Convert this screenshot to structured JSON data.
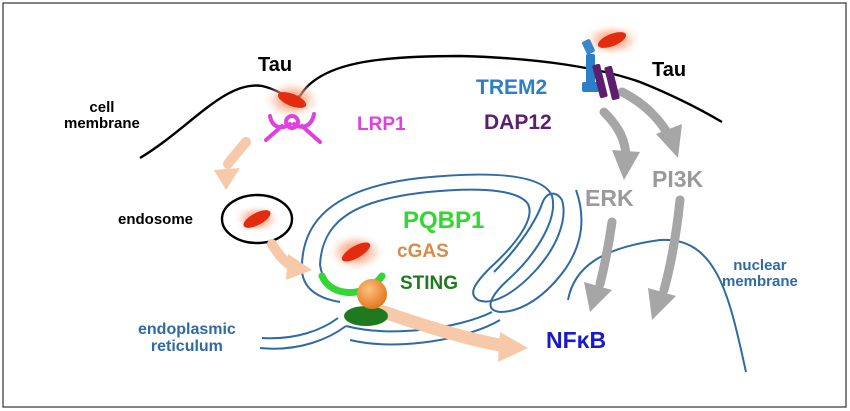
{
  "labels": {
    "tau_left": "Tau",
    "tau_right": "Tau",
    "cell_membrane_line1": "cell",
    "cell_membrane_line2": "membrane",
    "lrp1": "LRP1",
    "trem2": "TREM2",
    "dap12": "DAP12",
    "endosome": "endosome",
    "pqbp1": "PQBP1",
    "cgas": "cGAS",
    "sting": "STING",
    "erk": "ERK",
    "pi3k": "PI3K",
    "nuclear_membrane_line1": "nuclear",
    "nuclear_membrane_line2": "membrane",
    "er_line1": "endoplasmic",
    "er_line2": "reticulum",
    "nfkb": "NFκB"
  },
  "colors": {
    "membrane": "#000000",
    "lrp1": "#e040e0",
    "trem2": "#2a7fc8",
    "dap12": "#5c1f6e",
    "pqbp1": "#33d633",
    "cgas": "#d98a4a",
    "sting": "#1f7a1f",
    "signal_arrow": "#a6a6a6",
    "trafficking_arrow": "#f6c9a8",
    "er_nuclear": "#2f6aa3",
    "nfkb": "#1a1acc",
    "tau": "#e22b0f"
  }
}
